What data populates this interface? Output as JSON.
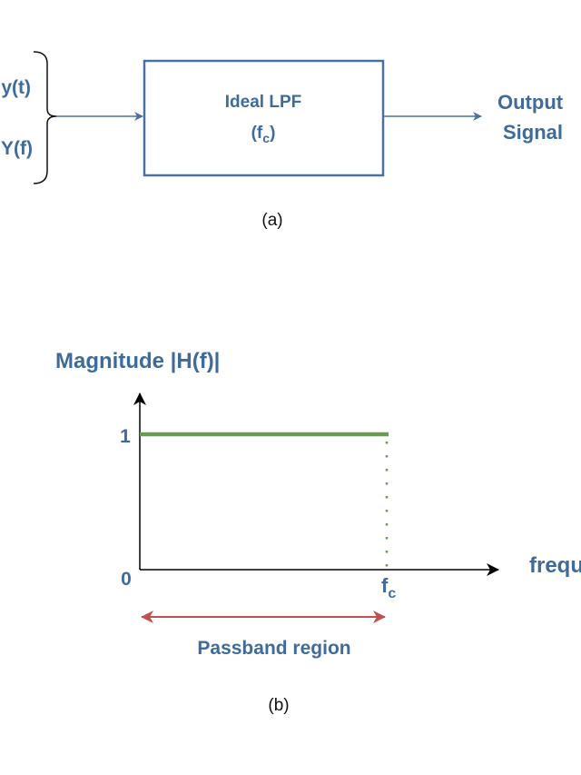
{
  "diagram_a": {
    "input_time": "y(t)",
    "input_freq": "Y(f)",
    "block_title": "Ideal LPF",
    "block_param_open": "(f",
    "block_param_sub": "c",
    "block_param_close": ")",
    "output_line1": "Output",
    "output_line2": "Signal",
    "caption": "(a)"
  },
  "diagram_b": {
    "y_axis_label": "Magnitude |H(f)|",
    "x_axis_label": "frequ",
    "tick_1": "1",
    "tick_0": "0",
    "cutoff_label": "f",
    "cutoff_sub": "c",
    "region_label": "Passband region",
    "caption": "(b)"
  },
  "colors": {
    "text": "#3f6b9b",
    "box": "#4a71a1",
    "response": "#6b9a52",
    "region": "#c0504d",
    "axis": "#000000"
  }
}
